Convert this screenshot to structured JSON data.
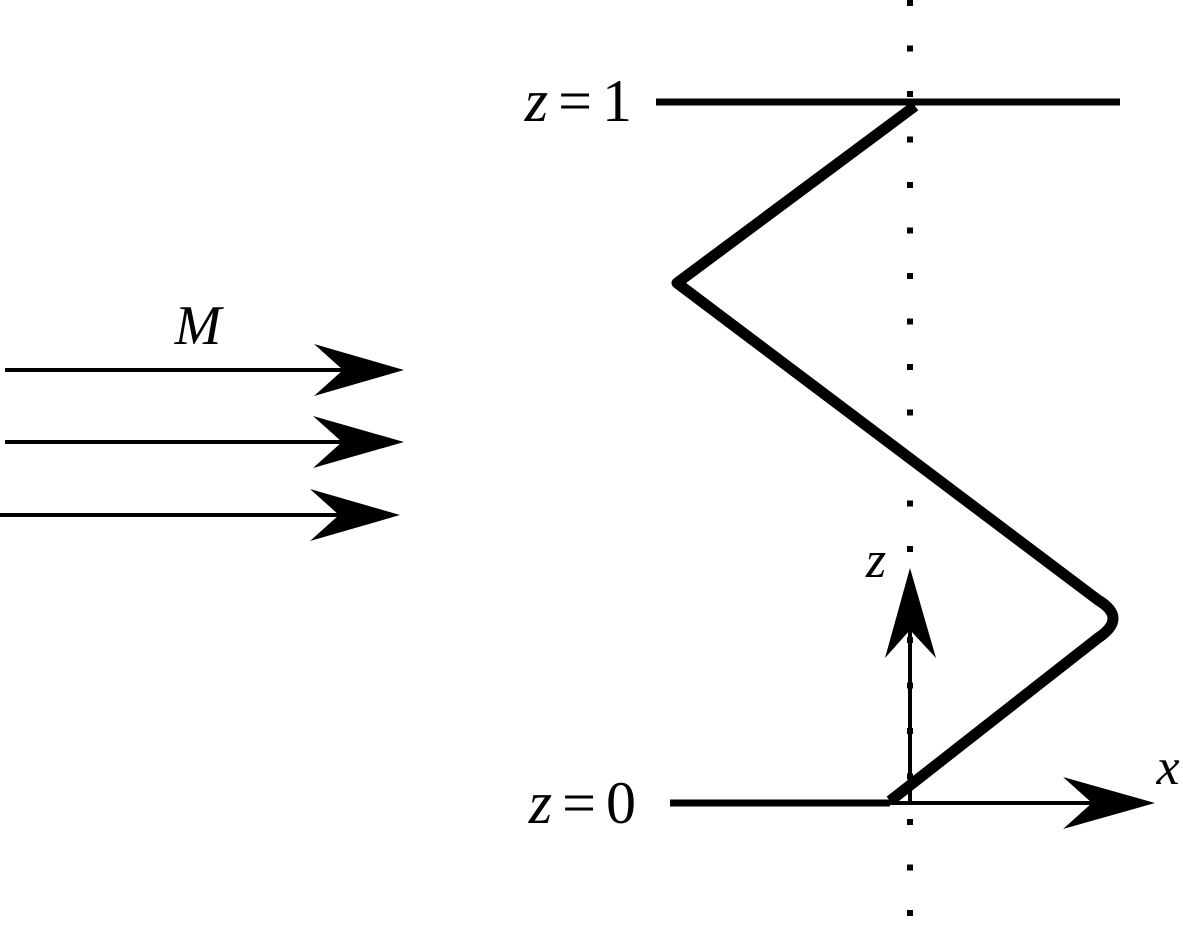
{
  "labels": {
    "top_boundary": {
      "var": "z",
      "eq": "=",
      "val": "1"
    },
    "bottom_boundary": {
      "var": "z",
      "eq": "=",
      "val": "0"
    },
    "flow": "M",
    "axis_z": "z",
    "axis_x": "x"
  },
  "colors": {
    "ink": "#000000",
    "background": "#ffffff"
  },
  "icons": {
    "flow_arrows": "right-arrow-icon",
    "axes": "axis-arrow-icon"
  }
}
